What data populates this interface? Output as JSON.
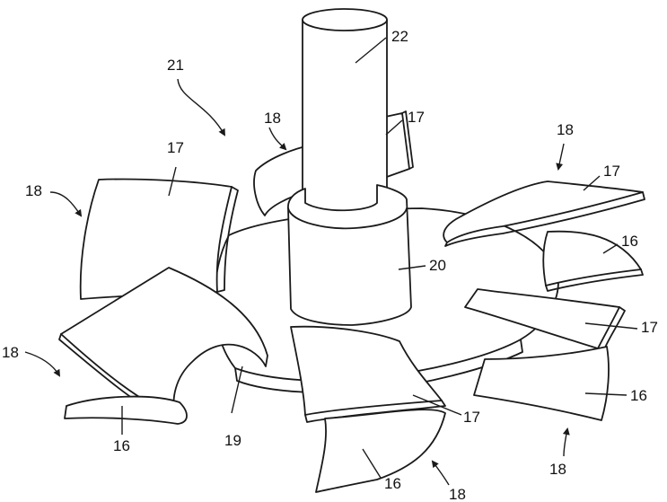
{
  "labels": {
    "shaft": "22",
    "assembly": "21",
    "hub": "20",
    "disk": "19",
    "blade_a": "16",
    "blade_b": "17",
    "blade_group": "18"
  }
}
